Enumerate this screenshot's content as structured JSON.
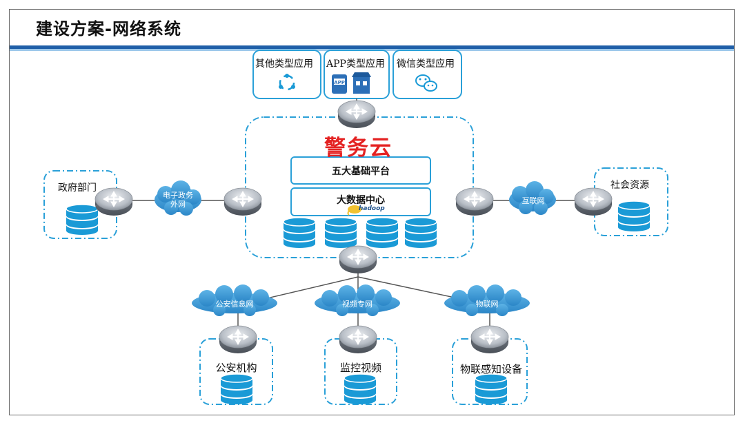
{
  "slide": {
    "title": "建设方案-网络系统"
  },
  "apps": [
    {
      "label": "其他类型应用",
      "icon": "cycle-arrows-icon"
    },
    {
      "label": "APP类型应用",
      "icon": "app-store-icon"
    },
    {
      "label": "微信类型应用",
      "icon": "wechat-icon"
    }
  ],
  "cloud": {
    "title": "警务云",
    "platform_label": "五大基础平台",
    "datacenter_label": "大数据中心",
    "hadoop_label": "hadoop"
  },
  "left": {
    "label": "政府部门",
    "network": [
      "电子政务",
      "外网"
    ]
  },
  "right": {
    "label": "社会资源",
    "network": "互联网"
  },
  "bottom_networks": [
    "公安信息网",
    "视频专网",
    "物联网"
  ],
  "bottom_nodes": [
    "公安机构",
    "监控视频",
    "物联感知设备"
  ],
  "colors": {
    "accent_bar": "#1f5fa8",
    "dashed_border": "#2aa0d8",
    "database": "#1a9ad6",
    "cloud_fill": "#3a9bd8",
    "title_red": "#e42222"
  }
}
